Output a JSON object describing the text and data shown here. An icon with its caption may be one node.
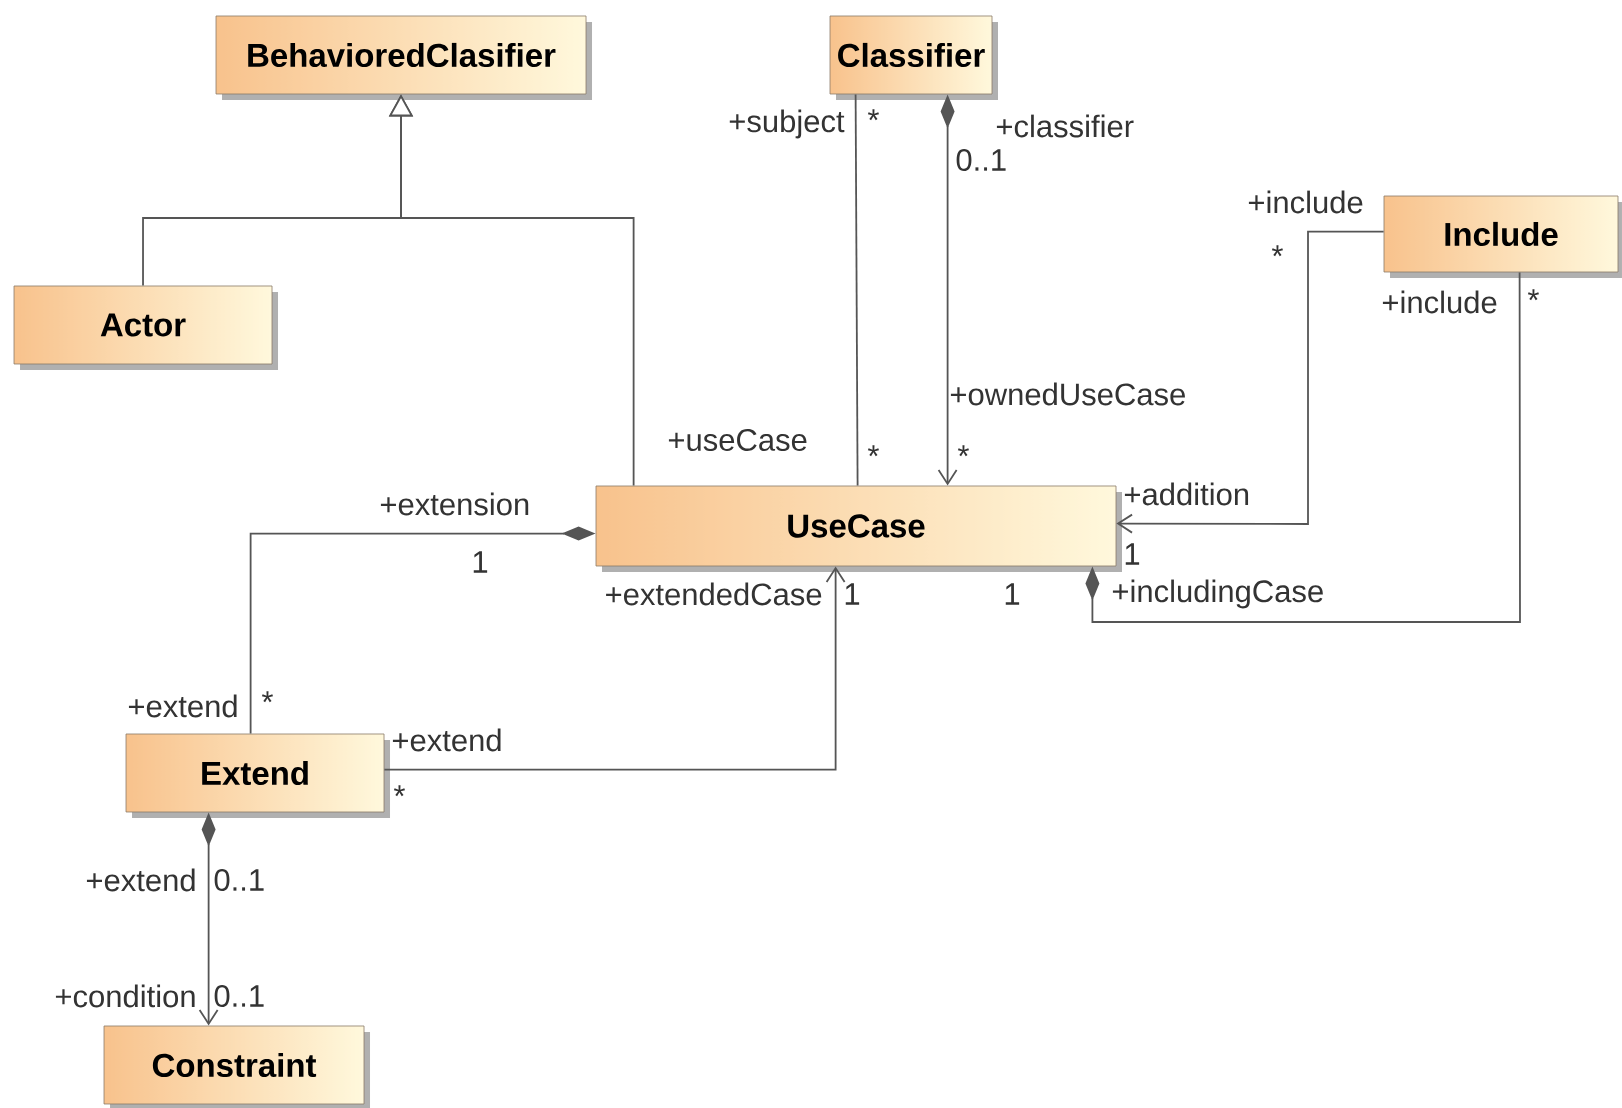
{
  "diagram": {
    "nodes": [
      {
        "text": [
          "BehavioredClasifier"
        ]
      },
      {
        "text": [
          "Classifier"
        ]
      },
      {
        "text": [
          "Actor"
        ]
      },
      {
        "text": [
          "Include"
        ]
      },
      {
        "text": [
          "UseCase"
        ]
      },
      {
        "text": [
          "Extend"
        ]
      },
      {
        "text": [
          "Constraint"
        ]
      }
    ],
    "edges": [
      {
        "from": 2,
        "to": 0,
        "arrow": "to"
      },
      {
        "from": 4,
        "to": 0,
        "arrow": "to"
      },
      {
        "from": 1,
        "to": 4,
        "arrow": "none"
      },
      {
        "from": 1,
        "to": 4,
        "arrow": "to"
      },
      {
        "from": 3,
        "to": 4,
        "arrow": "to"
      },
      {
        "from": 4,
        "to": 3,
        "arrow": "other"
      },
      {
        "from": 4,
        "to": 5,
        "arrow": "other"
      },
      {
        "from": 5,
        "to": 4,
        "arrow": "to"
      },
      {
        "from": 5,
        "to": 6,
        "arrow": "to"
      }
    ],
    "labels": [
      "+subject",
      "*",
      "+classifier",
      "0..1",
      "+include",
      "*",
      "+include",
      "*",
      "+useCase",
      "*",
      "+ownedUseCase",
      "*",
      "+extension",
      "+addition",
      "1",
      "1",
      "+extendedCase",
      "1",
      "1",
      "+includingCase",
      "+extend",
      "*",
      "+extend",
      "*",
      "+extend",
      "0..1",
      "+condition",
      "0..1"
    ]
  }
}
